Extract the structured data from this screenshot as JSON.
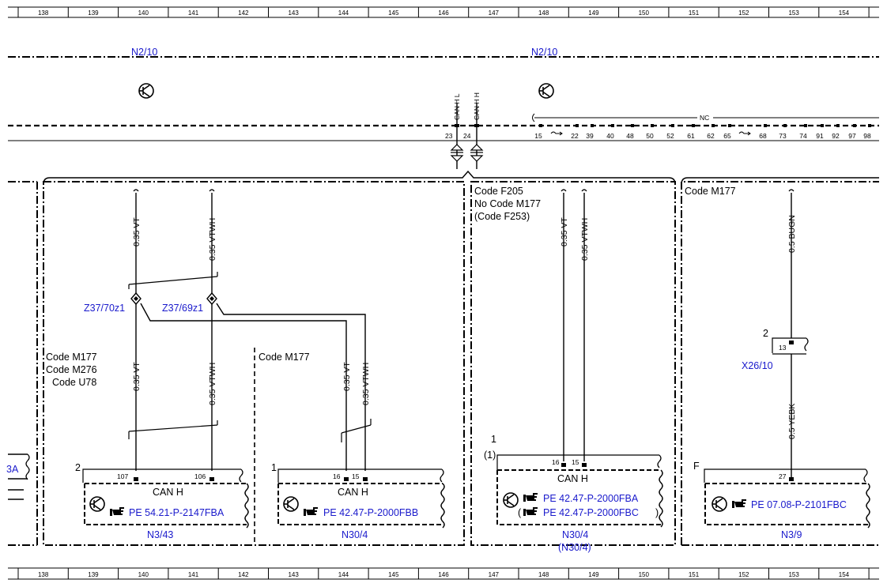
{
  "ruler": [
    "138",
    "139",
    "140",
    "141",
    "142",
    "143",
    "144",
    "145",
    "146",
    "147",
    "148",
    "149",
    "150",
    "151",
    "152",
    "153",
    "154"
  ],
  "top_modules": {
    "left_label": "N2/10",
    "right_label": "N2/10"
  },
  "top_pins": {
    "can_l_label": "CAN H L",
    "can_h_label": "CAN H H",
    "can_l_pin": "23",
    "can_h_pin": "24",
    "nc_label": "NC",
    "nc_pins": [
      "15",
      "22",
      "39",
      "40",
      "48",
      "50",
      "52",
      "61",
      "62",
      "65",
      "68",
      "73",
      "74",
      "91",
      "92",
      "97",
      "98"
    ]
  },
  "section1": {
    "w1_label": "0.35 VT",
    "w2_label": "0.35 VTWH",
    "z1_label": "Z37/70z1",
    "z2_label": "Z37/69z1",
    "codes": [
      "Code M177",
      "Code M276",
      "Code U78"
    ],
    "w3_label": "0.35 VT",
    "w4_label": "0.35 VTWH",
    "conn_num": "2",
    "pin_a": "107",
    "pin_b": "106",
    "can_label": "CAN H",
    "pe_ref": "PE 54.21-P-2147FBA",
    "component": "N3/43",
    "left_stub": "3A"
  },
  "section2": {
    "code": "Code M177",
    "w1_label": "0.35 VT",
    "w2_label": "0.35 VTWH",
    "conn_num": "1",
    "pin_a": "16",
    "pin_b": "15",
    "can_label": "CAN H",
    "pe_ref": "PE 42.47-P-2000FBB",
    "component": "N30/4"
  },
  "section3": {
    "codes": [
      "Code F205",
      "No Code M177",
      "(Code F253)"
    ],
    "w1_label": "0.35 VT",
    "w2_label": "0.35 VTWH",
    "conn_num": "1",
    "conn_num_alt": "(1)",
    "pin_a": "16",
    "pin_b": "15",
    "can_label": "CAN H",
    "pe_ref_1": "PE 42.47-P-2000FBA",
    "pe_ref_2": "PE 42.47-P-2000FBC",
    "open_paren": "(",
    "close_paren": ")",
    "component": "N30/4",
    "component_alt": "(N30/4)"
  },
  "section4": {
    "code": "Code M177",
    "w1_label": "0.5 BUGN",
    "conn_x_num": "2",
    "conn_x_pin": "13",
    "conn_x_label": "X26/10",
    "w2_label": "0.5 YEBK",
    "conn_num": "F",
    "pin": "27",
    "pe_ref": "PE 07.08-P-2101FBC",
    "component": "N3/9"
  },
  "colors": {
    "line": "#000000",
    "reference_blue": "#1a1acc",
    "background": "#ffffff"
  }
}
